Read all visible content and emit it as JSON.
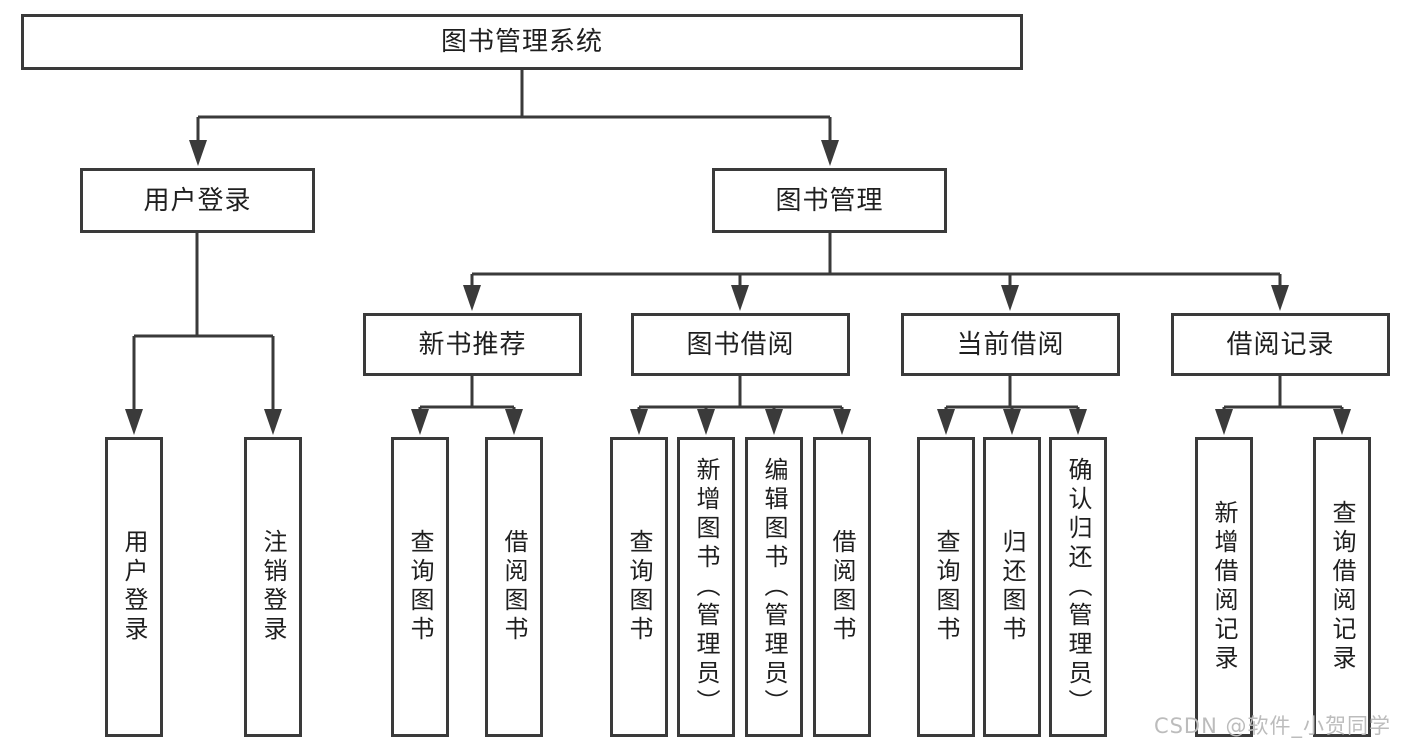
{
  "diagram": {
    "root": {
      "label": "图书管理系统"
    },
    "level2": {
      "user_login": {
        "label": "用户登录"
      },
      "book_management": {
        "label": "图书管理"
      }
    },
    "level3": {
      "new_book_recommend": {
        "label": "新书推荐"
      },
      "book_borrow": {
        "label": "图书借阅"
      },
      "current_borrow": {
        "label": "当前借阅"
      },
      "borrow_records": {
        "label": "借阅记录"
      }
    },
    "leaves": {
      "user_login": {
        "label": "用户登录"
      },
      "logout": {
        "label": "注销登录"
      },
      "recommend_query_books": {
        "label": "查询图书"
      },
      "recommend_borrow_books": {
        "label": "借阅图书"
      },
      "borrow_query_books": {
        "label": "查询图书"
      },
      "add_books_admin": {
        "label": "新增图书（管理员）"
      },
      "edit_books_admin": {
        "label": "编辑图书（管理员）"
      },
      "borrow_borrow_books": {
        "label": "借阅图书"
      },
      "current_query_books": {
        "label": "查询图书"
      },
      "return_books": {
        "label": "归还图书"
      },
      "confirm_return_admin": {
        "label": "确认归还（管理员）"
      },
      "add_borrow_record": {
        "label": "新增借阅记录"
      },
      "query_borrow_record": {
        "label": "查询借阅记录"
      }
    }
  },
  "watermark": {
    "text": "CSDN @软件_小贺同学"
  },
  "colors": {
    "line": "#3a3a3a",
    "text": "#1f1f1f",
    "watermark": "#bcbcbc",
    "background": "#ffffff"
  }
}
